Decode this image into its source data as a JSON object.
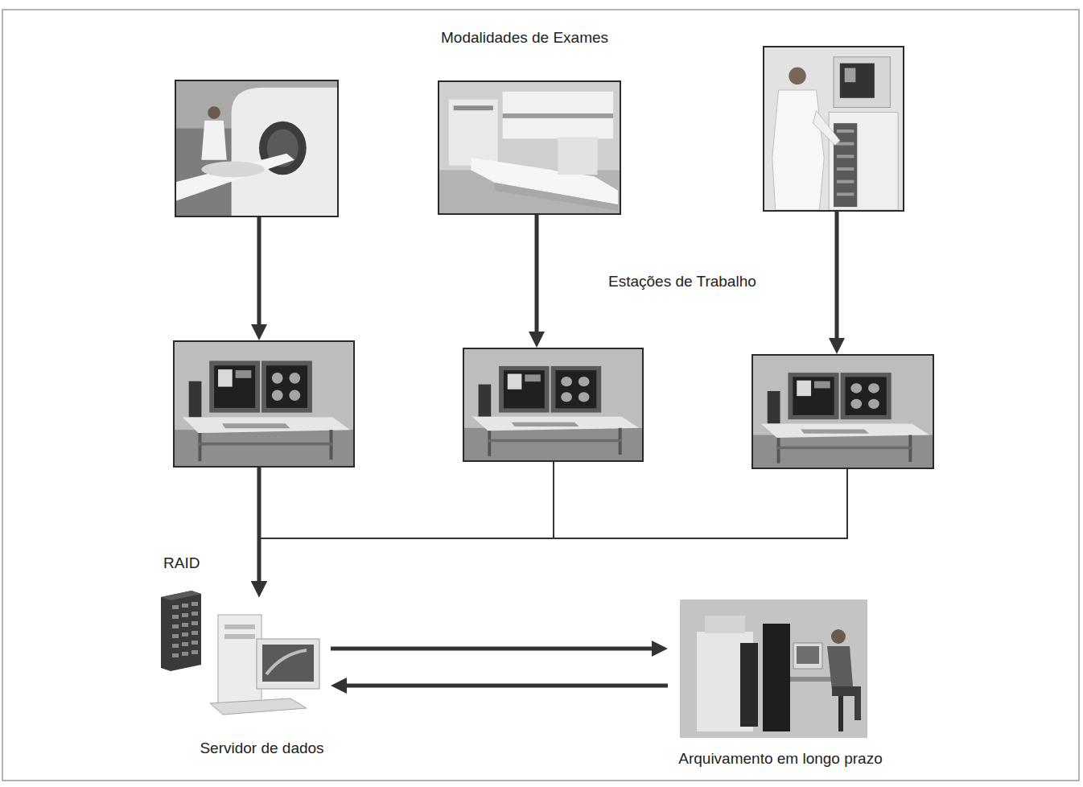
{
  "diagram": {
    "nodes": [
      {
        "text": []
      },
      {
        "text": []
      },
      {
        "text": []
      },
      {
        "text": []
      },
      {
        "text": []
      },
      {
        "text": []
      },
      {
        "text": [
          "Servidor de dados"
        ]
      },
      {
        "text": [
          "Arquivamento em longo prazo"
        ]
      }
    ],
    "edges": [
      {
        "from": 0,
        "to": 3,
        "arrow": "to"
      },
      {
        "from": 1,
        "to": 4,
        "arrow": "to"
      },
      {
        "from": 2,
        "to": 5,
        "arrow": "to"
      },
      {
        "from": 3,
        "to": 6,
        "arrow": "to"
      },
      {
        "from": 4,
        "to": 6,
        "arrow": "to"
      },
      {
        "from": 5,
        "to": 6,
        "arrow": "to"
      },
      {
        "from": 6,
        "to": 7,
        "arrow": "to"
      },
      {
        "from": 7,
        "to": 6,
        "arrow": "to"
      }
    ],
    "labels": [
      "Modalidades de Exames",
      "Estações de Trabalho",
      "RAID"
    ]
  }
}
